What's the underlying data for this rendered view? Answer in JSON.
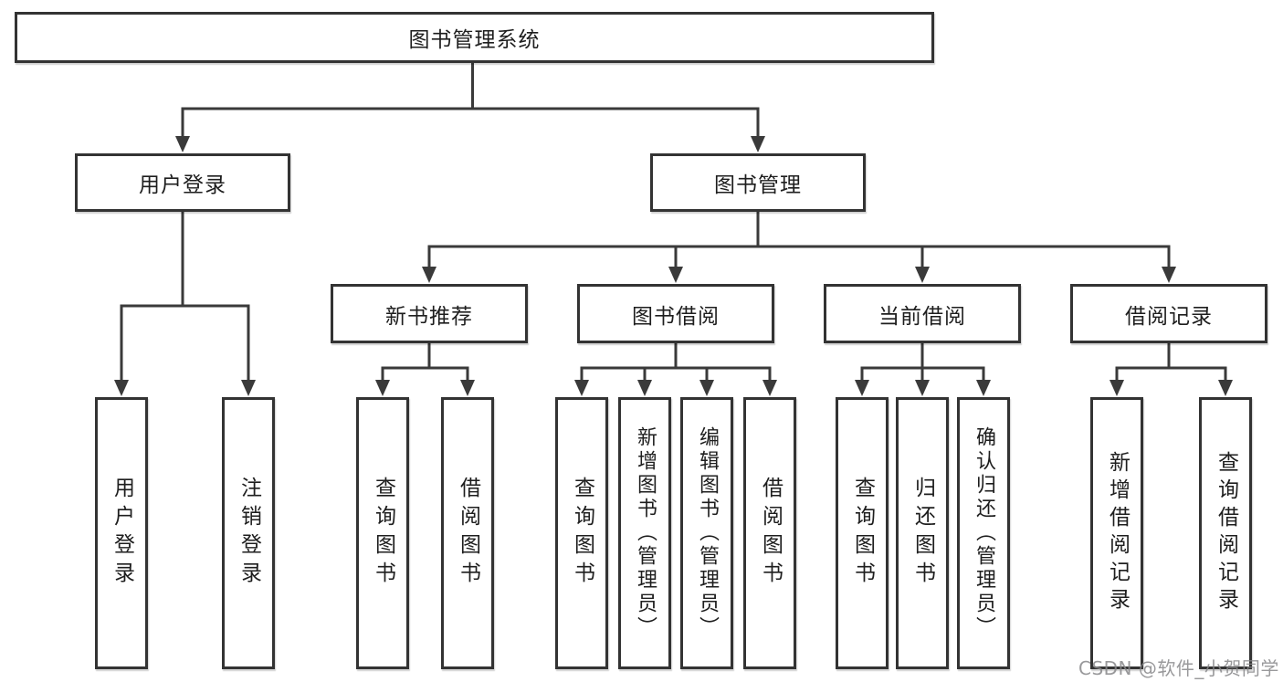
{
  "diagram": {
    "root": {
      "label": "图书管理系统"
    },
    "level2": {
      "user_login": {
        "label": "用户登录"
      },
      "book_mgmt": {
        "label": "图书管理"
      }
    },
    "level3": {
      "new_books": {
        "label": "新书推荐"
      },
      "borrow": {
        "label": "图书借阅"
      },
      "current": {
        "label": "当前借阅"
      },
      "records": {
        "label": "借阅记录"
      }
    },
    "leaves": {
      "user_login": [
        "用户登录",
        "注销登录"
      ],
      "new_books": [
        "查询图书",
        "借阅图书"
      ],
      "borrow": [
        "查询图书",
        "新增图书（管理员）",
        "编辑图书（管理员）",
        "借阅图书"
      ],
      "current": [
        "查询图书",
        "归还图书",
        "确认归还（管理员）"
      ],
      "records": [
        "新增借阅记录",
        "查询借阅记录"
      ]
    }
  },
  "watermark": "CSDN @软件_小贺同学",
  "colors": {
    "line": "#3a3a3a",
    "border": "#333333",
    "text": "#1e1e1e",
    "watermark_gray": "#87878a",
    "background": "#ffffff"
  }
}
